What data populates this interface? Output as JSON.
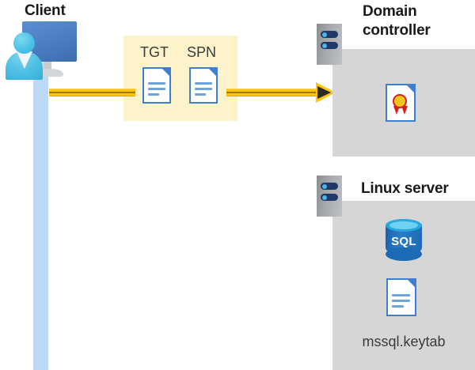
{
  "diagram": {
    "title_client": "Client",
    "colors": {
      "flow_line": "#FFC40B",
      "highlight_box": "#FDF3CA",
      "panel_gray": "#D6D6D6",
      "lifeline_blue": "#BCD9F5",
      "doc_blue": "#3F7FCF",
      "rack_navy": "#1F3864",
      "text_dark": "#1A1A1A"
    },
    "client": {
      "label": "Client",
      "icon": "user-workstation-icon",
      "lifeline": "client-lifeline"
    },
    "flow": {
      "direction": "client-to-domain-controller",
      "arrow": "arrow-right",
      "highlight": {
        "tokens": [
          {
            "label": "TGT",
            "icon": "document-icon"
          },
          {
            "label": "SPN",
            "icon": "document-icon"
          }
        ]
      }
    },
    "nodes": [
      {
        "id": "domain-controller",
        "label_line1": "Domain",
        "label_line2": "controller",
        "rack_icon": "server-rack-icon",
        "contents": [
          {
            "icon": "certificate-icon",
            "caption": ""
          }
        ]
      },
      {
        "id": "linux-server",
        "label_line1": "Linux server",
        "label_line2": "",
        "rack_icon": "server-rack-icon",
        "contents": [
          {
            "icon": "sql-database-icon",
            "caption": "SQL"
          },
          {
            "icon": "document-icon",
            "caption": "mssql.keytab"
          }
        ]
      }
    ]
  }
}
